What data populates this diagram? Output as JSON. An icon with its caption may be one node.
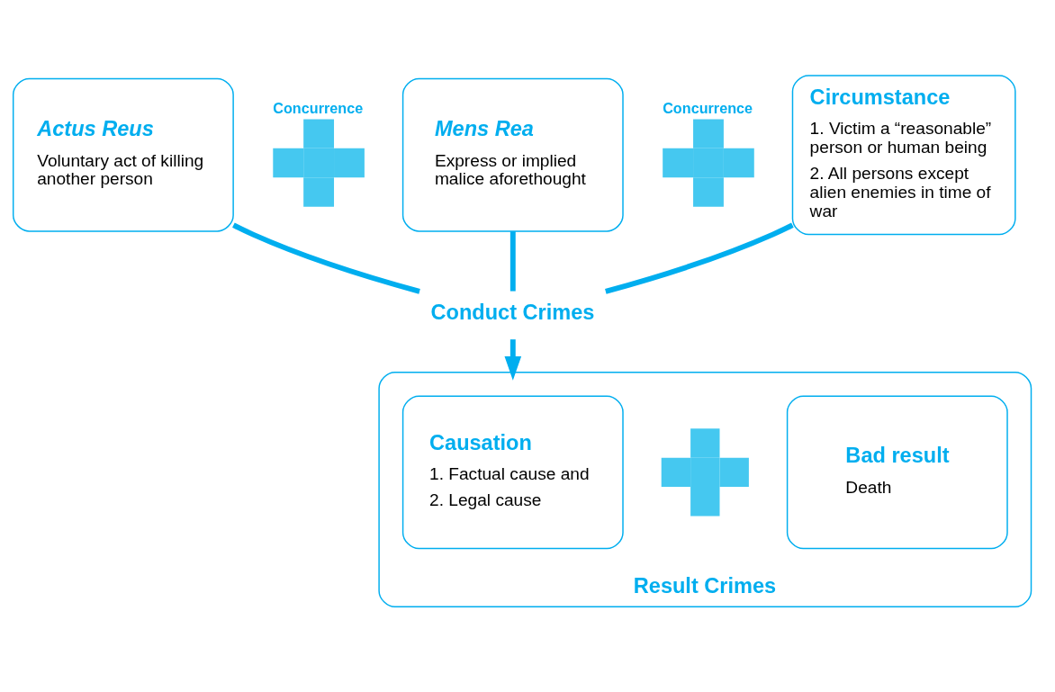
{
  "diagram": {
    "nodes": [
      {
        "text": [
          "Actus Reus",
          "Voluntary act of killing another person"
        ]
      },
      {
        "text": [],
        "shape": "plus",
        "beside": [
          "Concurrence"
        ]
      },
      {
        "text": [
          "Mens Rea",
          "Express or implied malice aforethought"
        ]
      },
      {
        "text": [],
        "shape": "plus",
        "beside": [
          "Concurrence"
        ]
      },
      {
        "text": [
          "Circumstance",
          "1. Victim a “reasonable” person or human being",
          "2. All persons except alien enemies in time of war"
        ]
      },
      {
        "text": [
          "Conduct Crimes"
        ]
      },
      {
        "text": [
          "Result Crimes"
        ]
      },
      {
        "text": [
          "Causation",
          "1. Factual cause and",
          "2. Legal cause"
        ],
        "in": 6
      },
      {
        "text": [],
        "shape": "plus",
        "in": 6
      },
      {
        "text": [
          "Bad result",
          "Death"
        ],
        "in": 6
      }
    ],
    "edges": [
      {
        "from": 0,
        "to": 5,
        "arrow": "none"
      },
      {
        "from": 2,
        "to": 5,
        "arrow": "none"
      },
      {
        "from": 4,
        "to": 5,
        "arrow": "none"
      },
      {
        "from": 5,
        "to": 6,
        "arrow": "to"
      }
    ]
  }
}
